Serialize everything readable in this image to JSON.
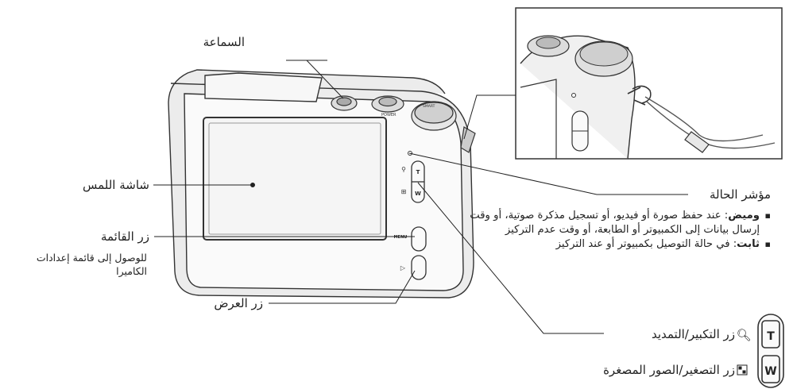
{
  "labels": {
    "strap_eyelet": "السماعة",
    "touch_screen": "شاشة اللمس",
    "status_indicator": "مؤشر الحالة",
    "menu_button": "زر القائمة",
    "menu_button_desc_line1": "للوصول إلى قائمة إعدادات",
    "menu_button_desc_line2": "الكاميرا",
    "playback_button": "زر العرض",
    "zoom_in_button": "زر التكبير/التمديد",
    "zoom_out_button": "زر التصغير/الصور المصغرة"
  },
  "status_indicator_states": [
    {
      "term": "وميض",
      "desc": ": عند حفظ صورة أو فيديو، أو تسجيل مذكرة صوتية، أو وقت إرسال بيانات إلى الكمبيوتر أو الطابعة، أو وقت عدم التركيز"
    },
    {
      "term": "ثابت",
      "desc": ": في حالة التوصيل بكمبيوتر أو عند التركيز"
    }
  ],
  "camera_markings": {
    "menu": "MENU",
    "t": "T",
    "w": "W",
    "power": "POWER",
    "smart": "SMART"
  }
}
